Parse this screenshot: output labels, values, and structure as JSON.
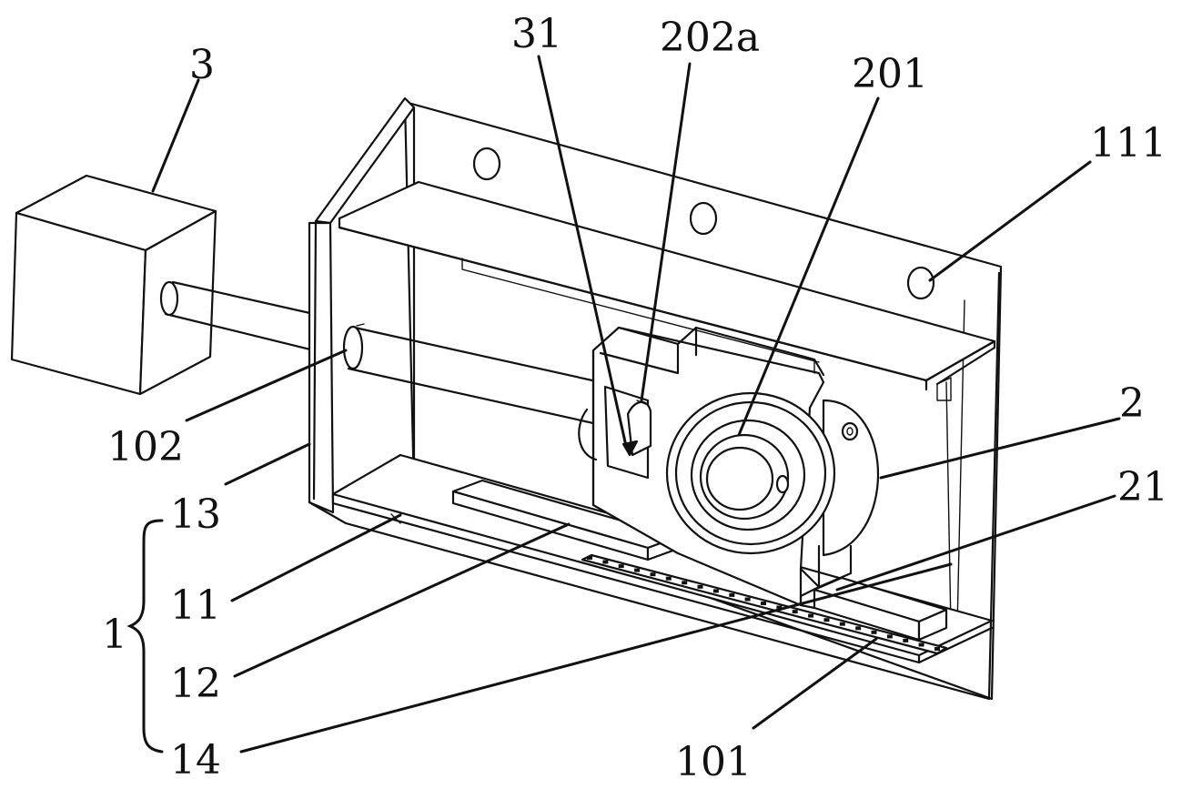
{
  "figure": {
    "labels": {
      "l3": "3",
      "l31": "31",
      "l202a": "202a",
      "l201": "201",
      "l111": "111",
      "l2": "2",
      "l21": "21",
      "l102": "102",
      "l13": "13",
      "l11": "11",
      "l1": "1",
      "l12": "12",
      "l14": "14",
      "l101": "101"
    }
  }
}
